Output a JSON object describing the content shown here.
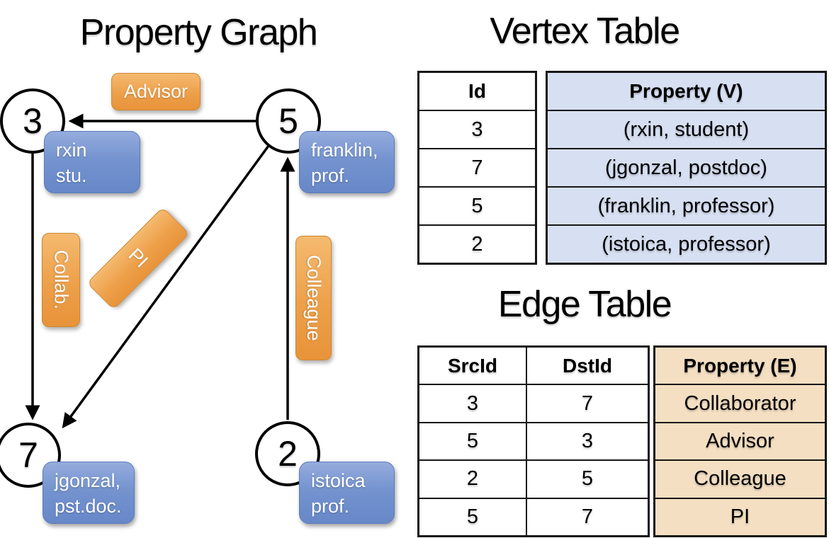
{
  "colors": {
    "vertex_box_gradient_top": "#95ACDE",
    "vertex_box_gradient_bottom": "#6787C8",
    "edge_box_gradient_top": "#F5BA70",
    "edge_box_gradient_bottom": "#E8933A",
    "vertex_table_property_bg": "#D7E0F2",
    "edge_table_property_bg": "#F4DFC2",
    "line_color": "#000000"
  },
  "property_graph": {
    "title": "Property Graph",
    "nodes": [
      {
        "id": "3",
        "prop_line1": "rxin",
        "prop_line2": "stu."
      },
      {
        "id": "5",
        "prop_line1": "franklin,",
        "prop_line2": "prof."
      },
      {
        "id": "7",
        "prop_line1": "jgonzal,",
        "prop_line2": "pst.doc."
      },
      {
        "id": "2",
        "prop_line1": "istoica",
        "prop_line2": "prof."
      }
    ],
    "edges": [
      {
        "label": "Advisor",
        "src": "5",
        "dst": "3"
      },
      {
        "label": "Collab.",
        "src": "3",
        "dst": "7"
      },
      {
        "label": "PI",
        "src": "5",
        "dst": "7"
      },
      {
        "label": "Colleague",
        "src": "2",
        "dst": "5"
      }
    ]
  },
  "vertex_table": {
    "title": "Vertex Table",
    "headers": {
      "id": "Id",
      "property": "Property (V)"
    },
    "rows": [
      {
        "id": "3",
        "property": "(rxin, student)"
      },
      {
        "id": "7",
        "property": "(jgonzal, postdoc)"
      },
      {
        "id": "5",
        "property": "(franklin, professor)"
      },
      {
        "id": "2",
        "property": "(istoica, professor)"
      }
    ]
  },
  "edge_table": {
    "title": "Edge Table",
    "headers": {
      "src": "SrcId",
      "dst": "DstId",
      "property": "Property (E)"
    },
    "rows": [
      {
        "src": "3",
        "dst": "7",
        "property": "Collaborator"
      },
      {
        "src": "5",
        "dst": "3",
        "property": "Advisor"
      },
      {
        "src": "2",
        "dst": "5",
        "property": "Colleague"
      },
      {
        "src": "5",
        "dst": "7",
        "property": "PI"
      }
    ]
  }
}
